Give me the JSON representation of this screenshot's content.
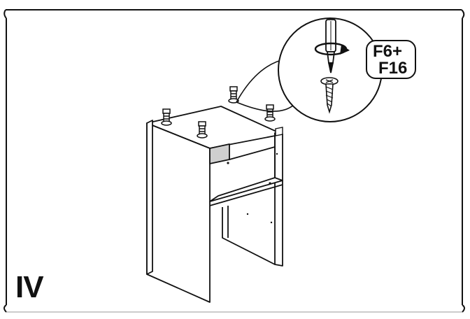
{
  "step": {
    "numeral": "IV"
  },
  "parts_badge": {
    "line1": "F6+",
    "line2": "F16"
  },
  "icons": [
    "screwdriver-icon",
    "rotate-arrow-icon",
    "wood-screw-icon",
    "cabinet-leg-icon"
  ],
  "colors": {
    "ink": "#111111",
    "panel_shade": "#cfcfcf",
    "background": "#ffffff"
  }
}
